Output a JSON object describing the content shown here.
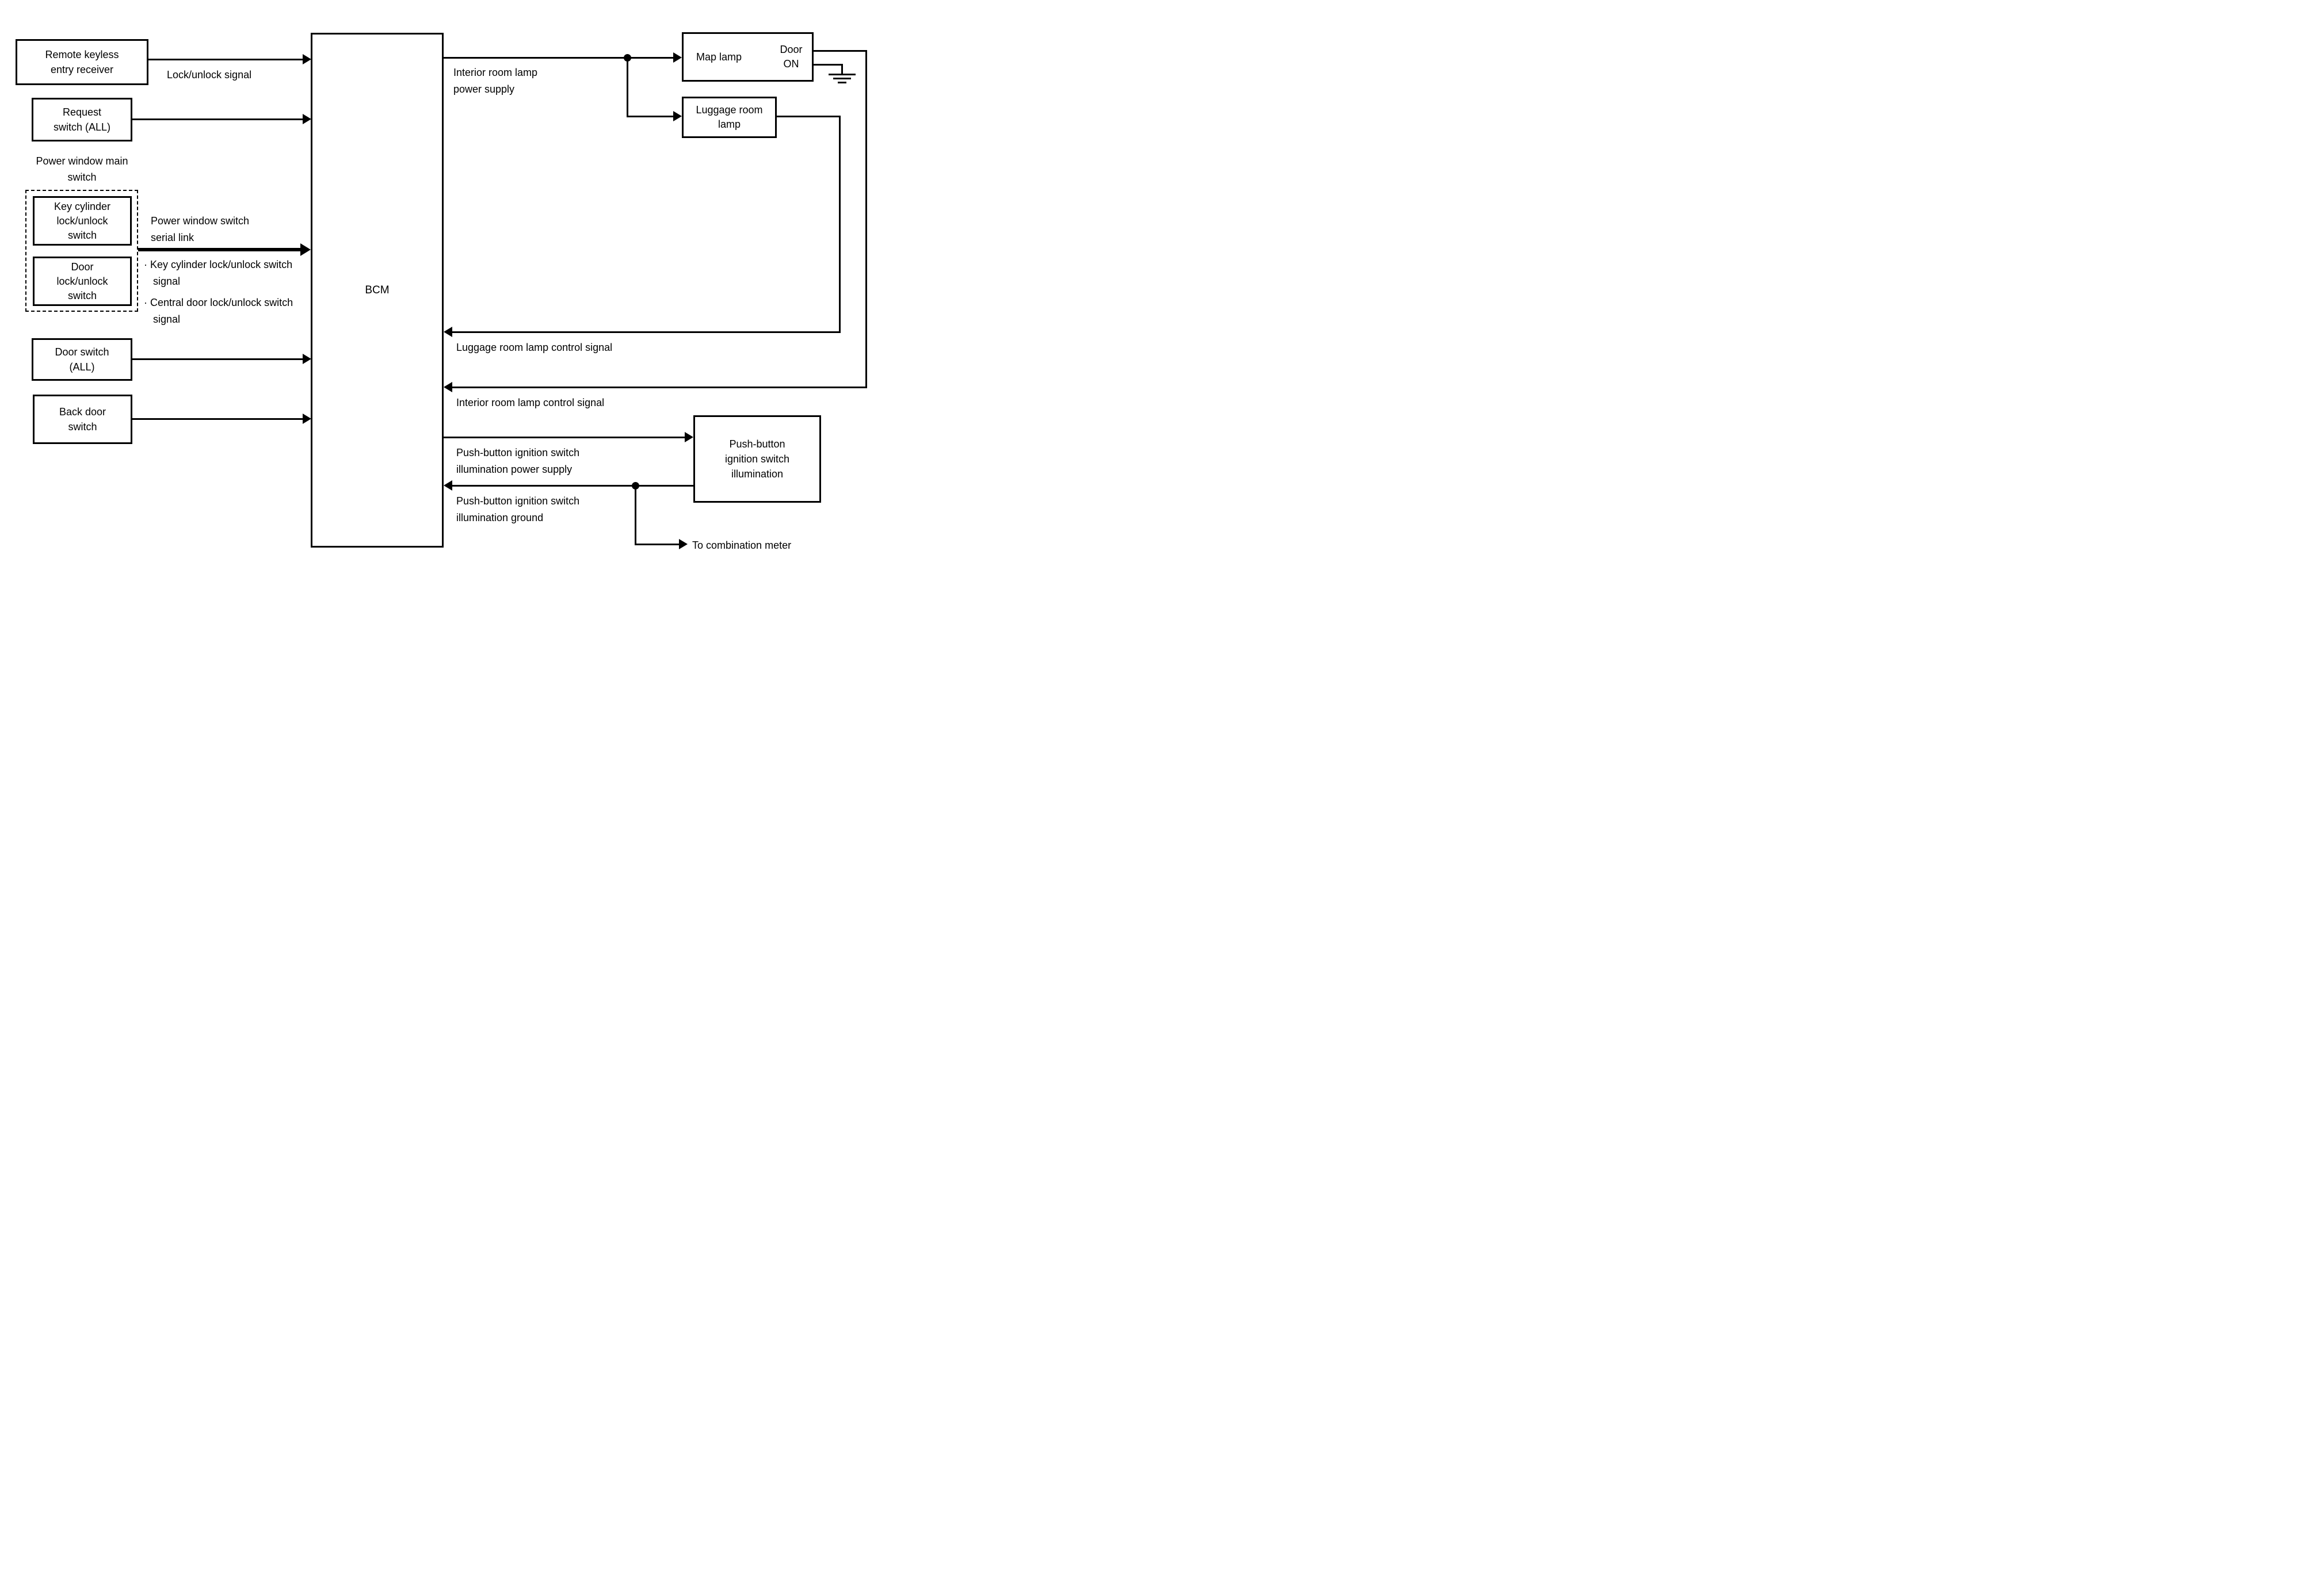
{
  "diagram": {
    "bcm": {
      "label": "BCM"
    },
    "boxes": {
      "remote_keyless": {
        "label": "Remote keyless entry receiver"
      },
      "request_switch": {
        "label": "Request switch (ALL)"
      },
      "power_window_group": {
        "label": "Power window main switch"
      },
      "key_cylinder": {
        "label": "Key cylinder lock/unlock switch"
      },
      "door_lock": {
        "label": "Door lock/unlock switch"
      },
      "door_switch": {
        "label": "Door switch (ALL)"
      },
      "back_door": {
        "label": "Back door switch"
      },
      "map_lamp": {
        "label": "Map lamp",
        "contact_label": "Door ON"
      },
      "luggage_lamp": {
        "label": "Luggage room lamp"
      },
      "push_button": {
        "label": "Push-button ignition switch illumination"
      }
    },
    "signals": {
      "lock_unlock": "Lock/unlock signal",
      "serial_link": "Power window switch serial link",
      "bullet_char": "·",
      "serial_bullet_1": "Key cylinder lock/unlock switch signal",
      "serial_bullet_2": "Central door lock/unlock switch signal",
      "interior_power": "Interior room lamp power supply",
      "luggage_control": "Luggage room lamp control signal",
      "interior_control": "Interior room lamp control signal",
      "pb_power": "Push-button ignition switch illumination power supply",
      "pb_ground": "Push-button ignition switch illumination ground",
      "to_combination": "To combination meter"
    },
    "colors": {
      "line": "#000000",
      "background": "#ffffff"
    }
  }
}
